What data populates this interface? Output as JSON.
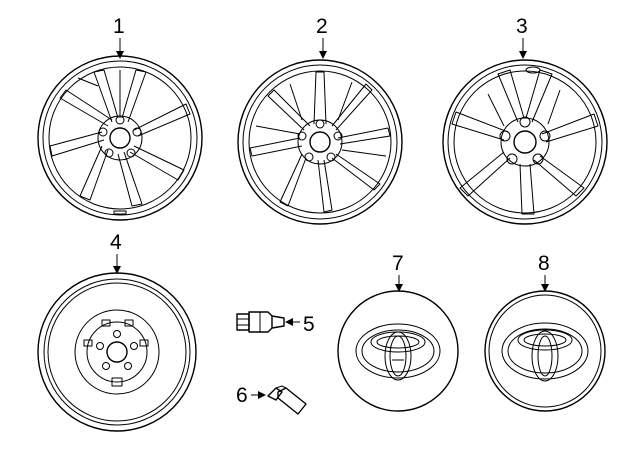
{
  "parts": [
    {
      "callout": "1",
      "icon": "alloy-wheel-10-spoke-icon"
    },
    {
      "callout": "2",
      "icon": "alloy-wheel-multi-spoke-icon"
    },
    {
      "callout": "3",
      "icon": "alloy-wheel-twin-spoke-icon"
    },
    {
      "callout": "4",
      "icon": "spare-wheel-icon"
    },
    {
      "callout": "5",
      "icon": "lug-nut-icon"
    },
    {
      "callout": "6",
      "icon": "valve-stem-icon"
    },
    {
      "callout": "7",
      "icon": "center-cap-icon"
    },
    {
      "callout": "8",
      "icon": "center-cap-emblem-icon"
    }
  ]
}
